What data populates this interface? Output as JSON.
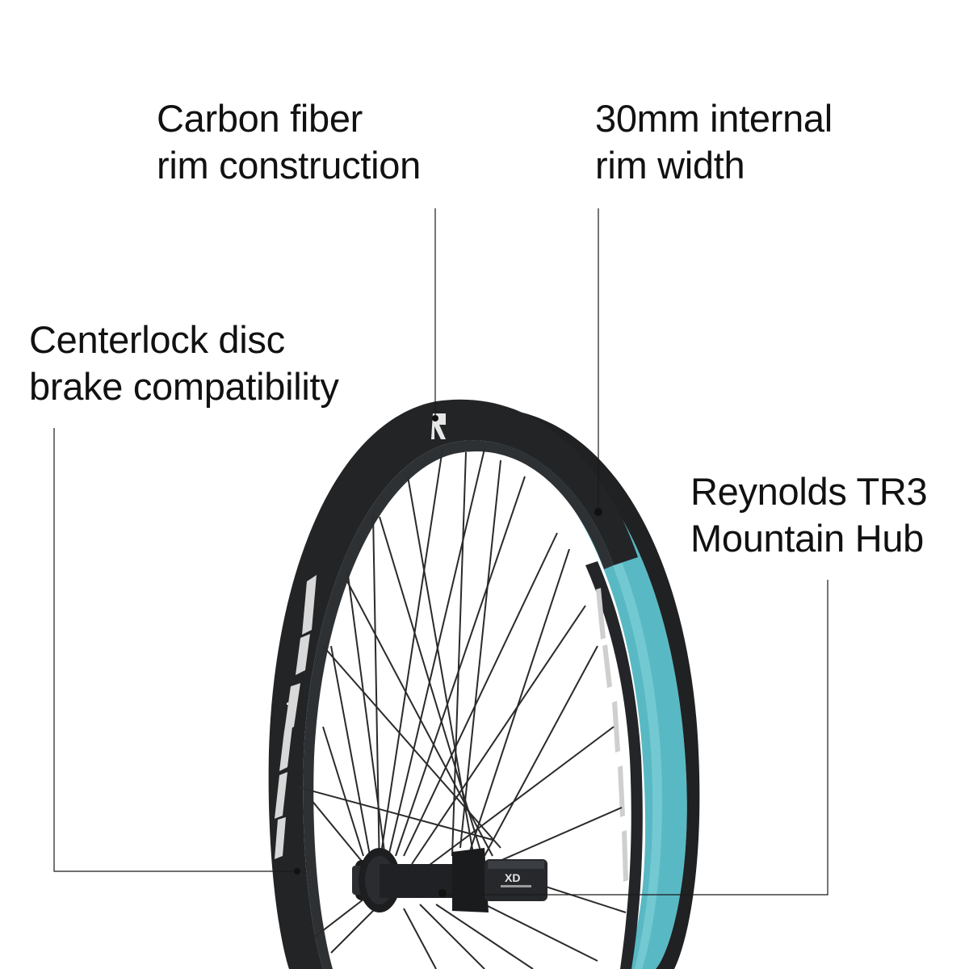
{
  "callouts": {
    "carbon_rim": {
      "line1": "Carbon fiber",
      "line2": "rim construction"
    },
    "rim_width": {
      "line1": "30mm internal",
      "line2": "rim width"
    },
    "centerlock": {
      "line1": "Centerlock disc",
      "line2": "brake compatibility"
    },
    "hub": {
      "line1": "Reynolds TR3",
      "line2": "Mountain Hub"
    }
  },
  "colors": {
    "rim": "#222426",
    "tape": "#58b9c4",
    "spoke": "#2a2a2a",
    "leader": "#1a1a1a"
  },
  "icons": [
    "reynolds-logo-icon",
    "xd-driver-label-icon"
  ]
}
